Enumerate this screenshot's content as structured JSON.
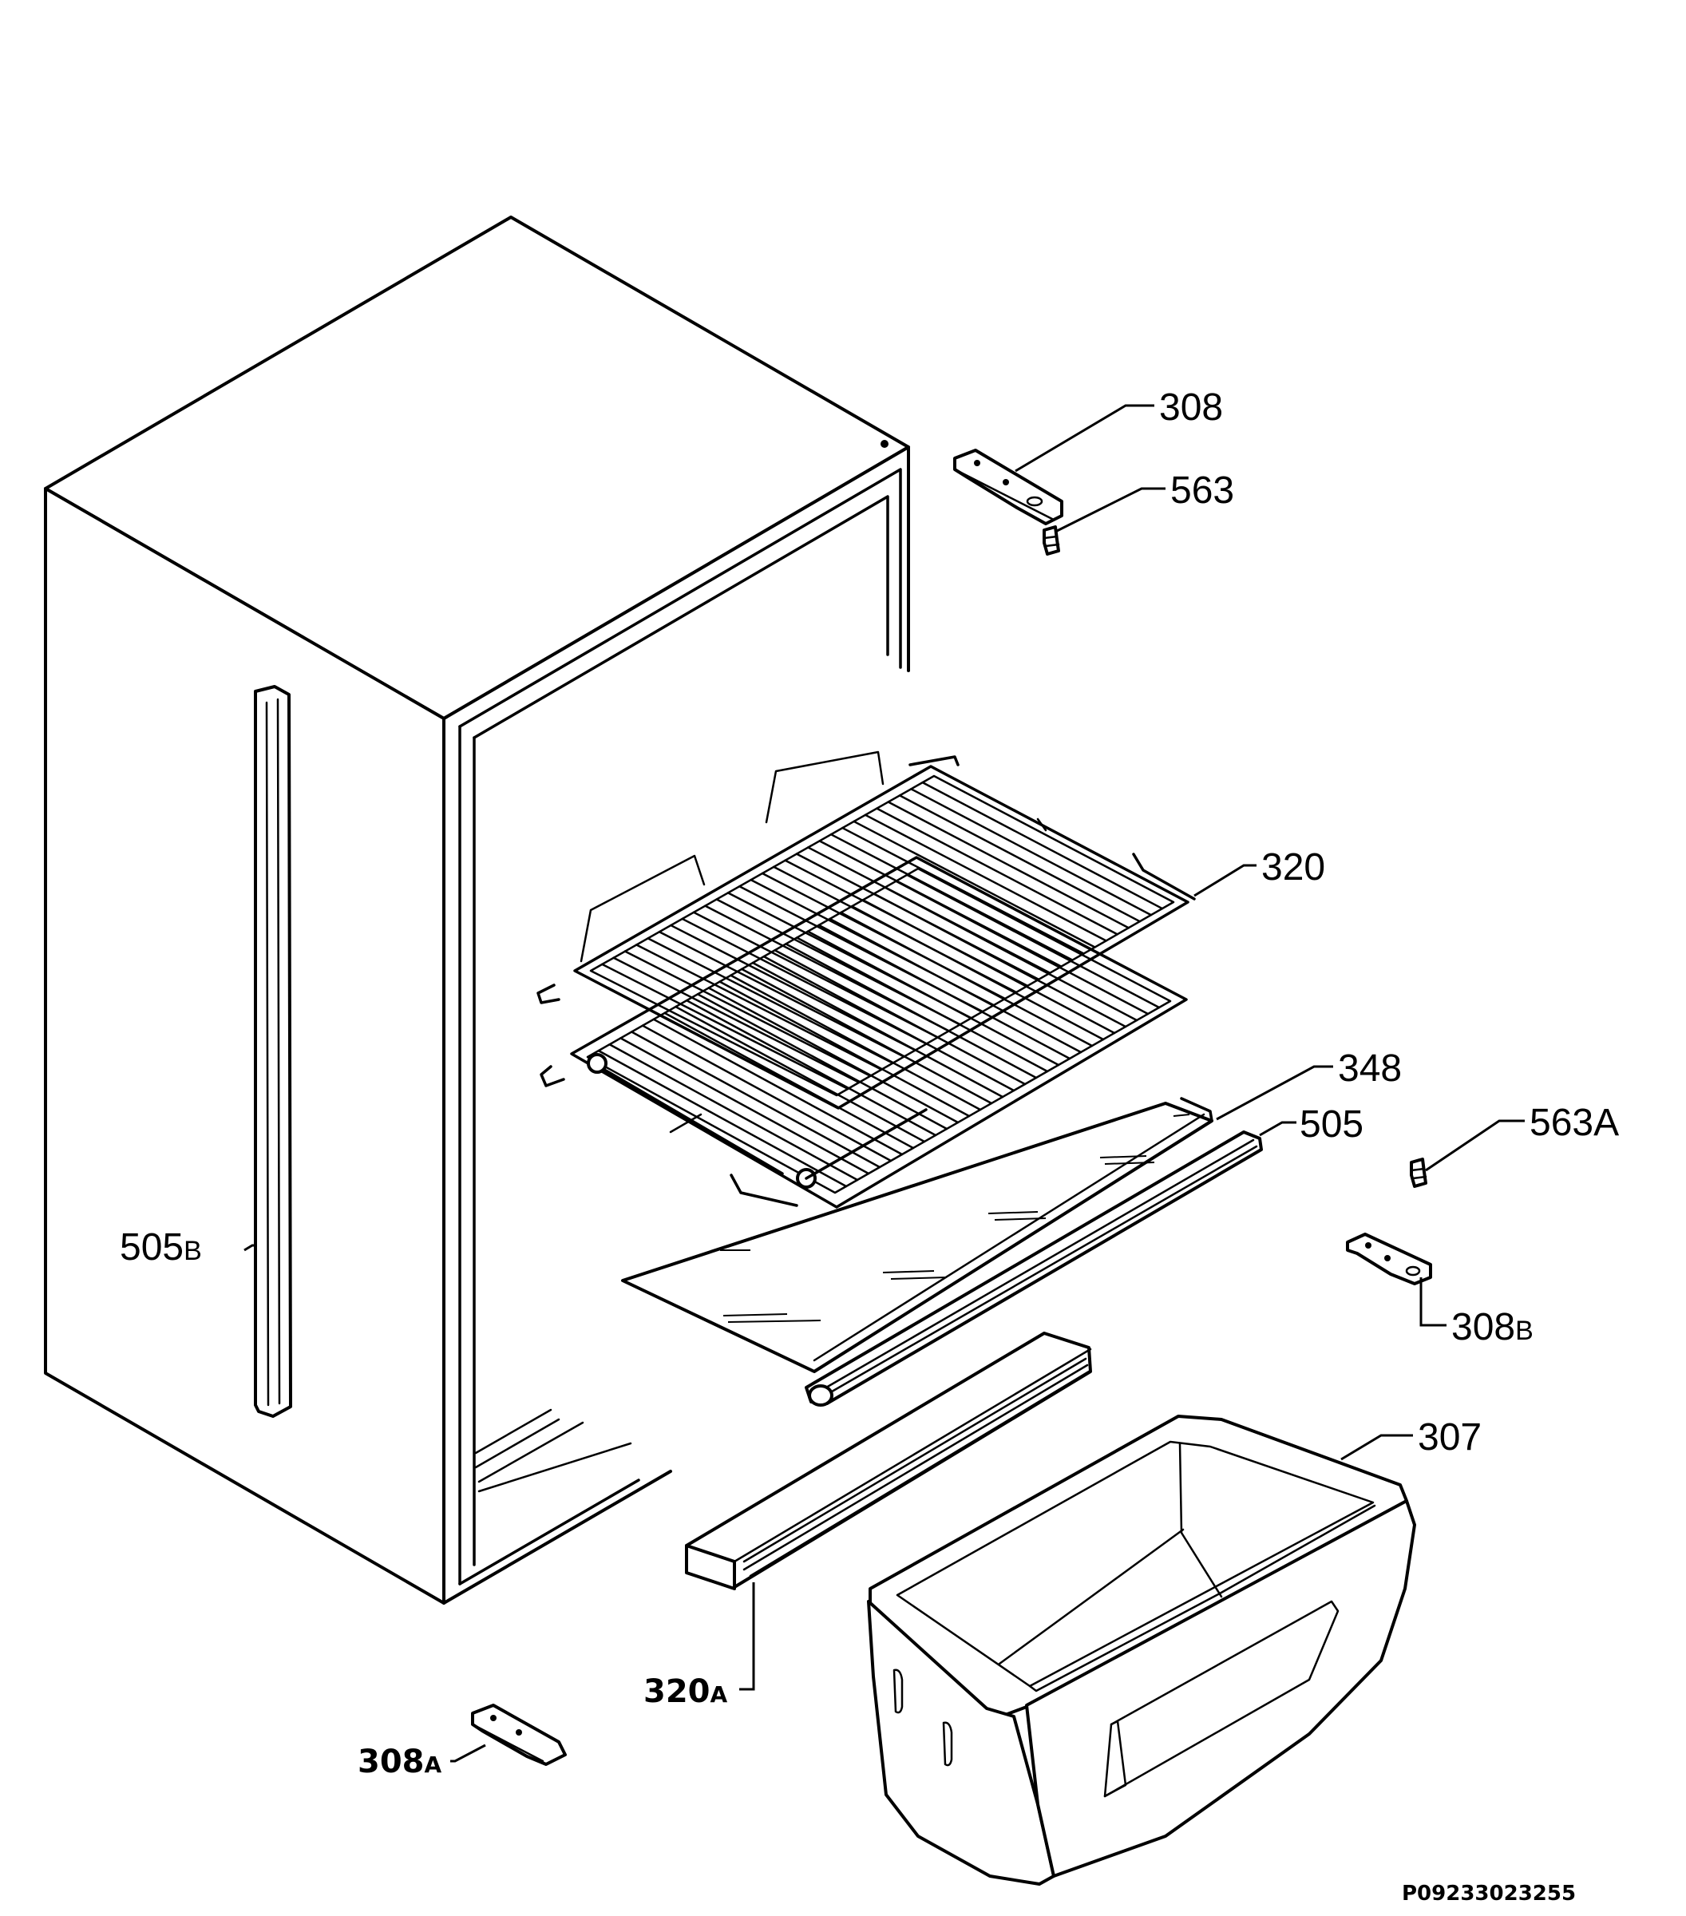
{
  "labels": {
    "l308": "308",
    "l563": "563",
    "l320": "320",
    "l348": "348",
    "l505": "505",
    "l563A": "563A",
    "l505B_main": "505",
    "l505B_sub": "B",
    "l308B_main": "308",
    "l308B_sub": "B",
    "l307": "307",
    "l320A_main": "320",
    "l320A_sub": "A",
    "l308A_main": "308",
    "l308A_sub": "A"
  },
  "drawing_code": "P09233023255"
}
